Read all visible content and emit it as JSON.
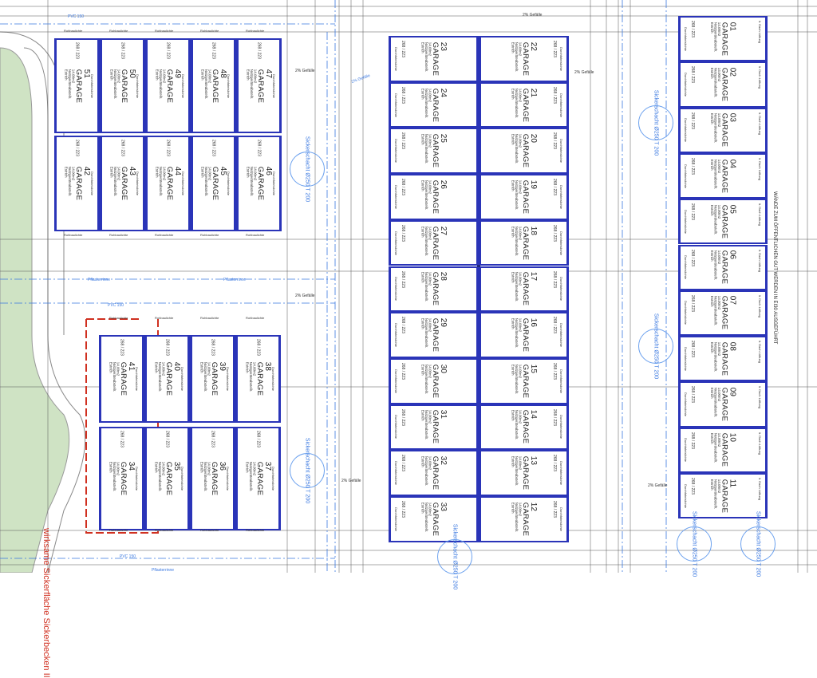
{
  "garage_label": "GARAGE",
  "garage_sub": [
    "14.00m2",
    "Nutzgeräteabstellr.",
    "Estrich"
  ],
  "door_label": "Durchfahrtslichte",
  "shell_label": "Rohbaulichte",
  "door_dims": "268 / 223",
  "blocks": {
    "left_row1": [
      "51",
      "50",
      "49",
      "48",
      "47"
    ],
    "left_row2": [
      "42",
      "43",
      "44",
      "45",
      "46"
    ],
    "left_row3": [
      "41",
      "40",
      "39",
      "38"
    ],
    "left_row4": [
      "34",
      "35",
      "36",
      "37"
    ],
    "middle_left": [
      "23",
      "24",
      "25",
      "26",
      "27",
      "28",
      "29",
      "30",
      "31",
      "32",
      "33"
    ],
    "middle_right": [
      "22",
      "21",
      "20",
      "19",
      "18",
      "17",
      "16",
      "15",
      "14",
      "13",
      "12"
    ],
    "right": [
      "01",
      "02",
      "03",
      "04",
      "05",
      "06",
      "07",
      "08",
      "09",
      "10",
      "11"
    ]
  },
  "annotations": {
    "slope": "2% Gefälle",
    "pipe": "PVC 150",
    "gutter": "Pflasterrinne",
    "shaft": "Sickerschacht Ø250 T 200",
    "wall_note": "WÄNDE ZUM ÖFFENTLICHEN GUT WERDEN IN EI30 AUSGEFÜHRT",
    "basin_note": "wirksame Sickerfläche Sickerbecken II",
    "roof": "lt. Dach Lüftung"
  },
  "colors": {
    "wall": "#2a34b8",
    "pipe": "#3a78e0",
    "red": "#d03020",
    "green": "#cfe3c4"
  }
}
